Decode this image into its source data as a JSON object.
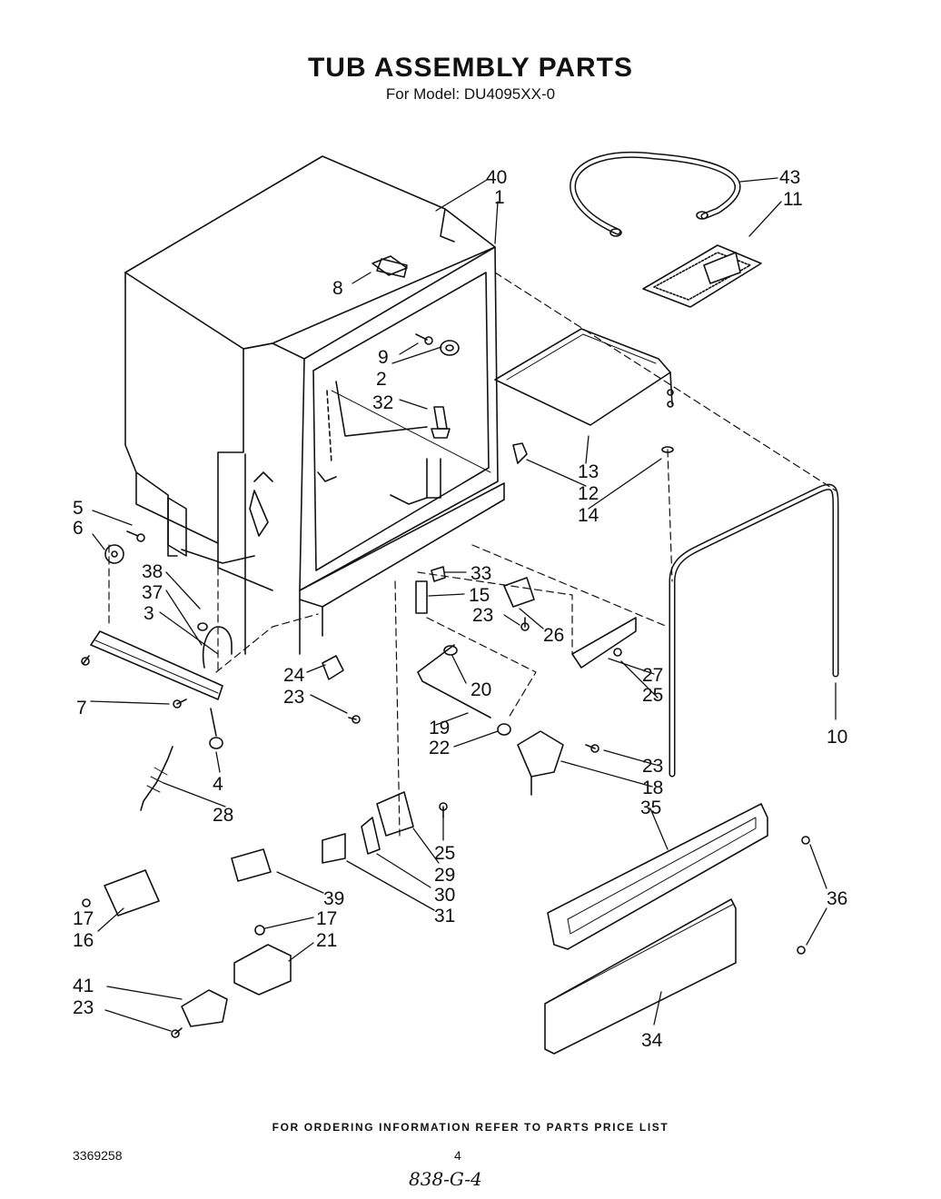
{
  "header": {
    "title": "TUB ASSEMBLY PARTS",
    "subtitle": "For Model: DU4095XX-0"
  },
  "callouts": [
    "40",
    "1",
    "43",
    "11",
    "8",
    "9",
    "2",
    "32",
    "13",
    "12",
    "14",
    "5",
    "6",
    "38",
    "37",
    "3",
    "33",
    "15",
    "23",
    "26",
    "7",
    "24",
    "23",
    "20",
    "19",
    "22",
    "27",
    "25",
    "10",
    "23",
    "18",
    "4",
    "28",
    "35",
    "25",
    "29",
    "30",
    "31",
    "39",
    "36",
    "17",
    "17",
    "21",
    "16",
    "41",
    "23",
    "34"
  ],
  "footer": {
    "ordering_note": "FOR ORDERING INFORMATION REFER TO PARTS PRICE LIST",
    "doc_number": "3369258",
    "page_number": "4",
    "handwritten_code": "838-G-4"
  }
}
